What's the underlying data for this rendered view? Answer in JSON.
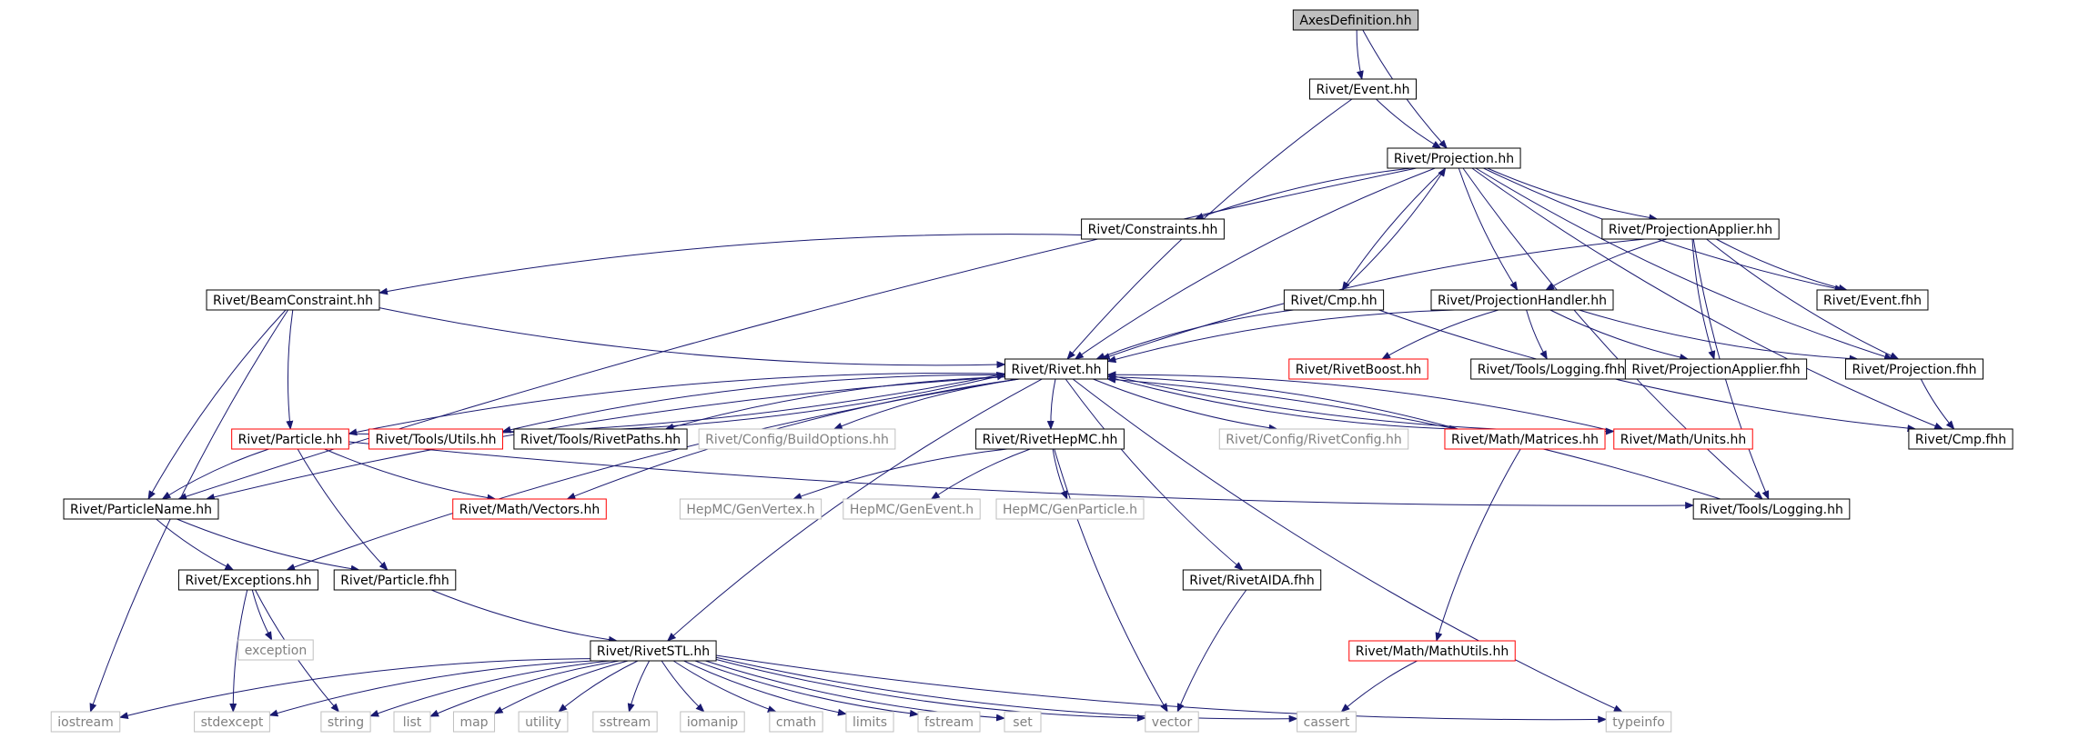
{
  "colors": {
    "edge": "#191970",
    "normal_border": "#000000",
    "normal_text": "#000000",
    "root_fill": "#bfbfbf",
    "undoc_border": "#ff0000",
    "undoc_text": "#ff0000",
    "external_border": "#bfbfbf",
    "external_text": "#808080"
  },
  "nodes": [
    {
      "id": "axes",
      "label": "AxesDefinition.hh",
      "style": "root"
    },
    {
      "id": "event_hh",
      "label": "Rivet/Event.hh",
      "style": "normal"
    },
    {
      "id": "projection_hh",
      "label": "Rivet/Projection.hh",
      "style": "normal"
    },
    {
      "id": "constraints_hh",
      "label": "Rivet/Constraints.hh",
      "style": "normal"
    },
    {
      "id": "projapplier_hh",
      "label": "Rivet/ProjectionApplier.hh",
      "style": "normal"
    },
    {
      "id": "beamconstraint_hh",
      "label": "Rivet/BeamConstraint.hh",
      "style": "normal"
    },
    {
      "id": "cmp_hh",
      "label": "Rivet/Cmp.hh",
      "style": "normal"
    },
    {
      "id": "projhandler_hh",
      "label": "Rivet/ProjectionHandler.hh",
      "style": "normal"
    },
    {
      "id": "event_fhh",
      "label": "Rivet/Event.fhh",
      "style": "normal"
    },
    {
      "id": "rivet_hh",
      "label": "Rivet/Rivet.hh",
      "style": "normal"
    },
    {
      "id": "rivetboost_hh",
      "label": "Rivet/RivetBoost.hh",
      "style": "undoc"
    },
    {
      "id": "toolslogging_fhh",
      "label": "Rivet/Tools/Logging.fhh",
      "style": "normal"
    },
    {
      "id": "projapplier_fhh",
      "label": "Rivet/ProjectionApplier.fhh",
      "style": "normal"
    },
    {
      "id": "projection_fhh",
      "label": "Rivet/Projection.fhh",
      "style": "normal"
    },
    {
      "id": "particle_hh",
      "label": "Rivet/Particle.hh",
      "style": "undoc"
    },
    {
      "id": "toolsutils_hh",
      "label": "Rivet/Tools/Utils.hh",
      "style": "undoc"
    },
    {
      "id": "rivetpaths_hh",
      "label": "Rivet/Tools/RivetPaths.hh",
      "style": "normal"
    },
    {
      "id": "buildoptions_hh",
      "label": "Rivet/Config/BuildOptions.hh",
      "style": "external"
    },
    {
      "id": "rivethepmc_hh",
      "label": "Rivet/RivetHepMC.hh",
      "style": "normal"
    },
    {
      "id": "rivetconfig_hh",
      "label": "Rivet/Config/RivetConfig.hh",
      "style": "external"
    },
    {
      "id": "matrices_hh",
      "label": "Rivet/Math/Matrices.hh",
      "style": "undoc"
    },
    {
      "id": "units_hh",
      "label": "Rivet/Math/Units.hh",
      "style": "undoc"
    },
    {
      "id": "cmp_fhh",
      "label": "Rivet/Cmp.fhh",
      "style": "normal"
    },
    {
      "id": "particlename_hh",
      "label": "Rivet/ParticleName.hh",
      "style": "normal"
    },
    {
      "id": "vectors_hh",
      "label": "Rivet/Math/Vectors.hh",
      "style": "undoc"
    },
    {
      "id": "genvertex_h",
      "label": "HepMC/GenVertex.h",
      "style": "external"
    },
    {
      "id": "genevent_h",
      "label": "HepMC/GenEvent.h",
      "style": "external"
    },
    {
      "id": "genparticle_h",
      "label": "HepMC/GenParticle.h",
      "style": "external"
    },
    {
      "id": "toolslogging_hh",
      "label": "Rivet/Tools/Logging.hh",
      "style": "normal"
    },
    {
      "id": "exceptions_hh",
      "label": "Rivet/Exceptions.hh",
      "style": "normal"
    },
    {
      "id": "particle_fhh",
      "label": "Rivet/Particle.fhh",
      "style": "normal"
    },
    {
      "id": "rivetaida_fhh",
      "label": "Rivet/RivetAIDA.fhh",
      "style": "normal"
    },
    {
      "id": "exception",
      "label": "exception",
      "style": "external"
    },
    {
      "id": "rivetstl_hh",
      "label": "Rivet/RivetSTL.hh",
      "style": "normal"
    },
    {
      "id": "mathutils_hh",
      "label": "Rivet/Math/MathUtils.hh",
      "style": "undoc"
    },
    {
      "id": "iostream",
      "label": "iostream",
      "style": "external"
    },
    {
      "id": "stdexcept",
      "label": "stdexcept",
      "style": "external"
    },
    {
      "id": "string",
      "label": "string",
      "style": "external"
    },
    {
      "id": "list",
      "label": "list",
      "style": "external"
    },
    {
      "id": "map",
      "label": "map",
      "style": "external"
    },
    {
      "id": "utility",
      "label": "utility",
      "style": "external"
    },
    {
      "id": "sstream",
      "label": "sstream",
      "style": "external"
    },
    {
      "id": "iomanip",
      "label": "iomanip",
      "style": "external"
    },
    {
      "id": "cmath",
      "label": "cmath",
      "style": "external"
    },
    {
      "id": "limits",
      "label": "limits",
      "style": "external"
    },
    {
      "id": "fstream",
      "label": "fstream",
      "style": "external"
    },
    {
      "id": "set",
      "label": "set",
      "style": "external"
    },
    {
      "id": "vector",
      "label": "vector",
      "style": "external"
    },
    {
      "id": "cassert",
      "label": "cassert",
      "style": "external"
    },
    {
      "id": "typeinfo",
      "label": "typeinfo",
      "style": "external"
    }
  ],
  "edges": [
    [
      "axes",
      "event_hh"
    ],
    [
      "axes",
      "projection_hh"
    ],
    [
      "event_hh",
      "projection_hh"
    ],
    [
      "event_hh",
      "rivet_hh"
    ],
    [
      "projection_hh",
      "particlename_hh"
    ],
    [
      "projection_hh",
      "constraints_hh"
    ],
    [
      "projection_hh",
      "projapplier_hh"
    ],
    [
      "projection_hh",
      "cmp_hh"
    ],
    [
      "projection_hh",
      "projhandler_hh"
    ],
    [
      "projection_hh",
      "rivet_hh"
    ],
    [
      "projection_hh",
      "event_fhh"
    ],
    [
      "projection_hh",
      "projection_fhh"
    ],
    [
      "projection_hh",
      "cmp_fhh"
    ],
    [
      "projection_hh",
      "toolslogging_hh"
    ],
    [
      "constraints_hh",
      "beamconstraint_hh"
    ],
    [
      "beamconstraint_hh",
      "iostream"
    ],
    [
      "beamconstraint_hh",
      "particlename_hh"
    ],
    [
      "beamconstraint_hh",
      "particle_hh"
    ],
    [
      "beamconstraint_hh",
      "rivet_hh"
    ],
    [
      "projapplier_hh",
      "rivet_hh"
    ],
    [
      "projapplier_hh",
      "projhandler_hh"
    ],
    [
      "projapplier_hh",
      "event_fhh"
    ],
    [
      "projapplier_hh",
      "projapplier_fhh"
    ],
    [
      "projapplier_hh",
      "projection_fhh"
    ],
    [
      "projapplier_hh",
      "toolslogging_hh"
    ],
    [
      "cmp_hh",
      "projection_hh"
    ],
    [
      "cmp_hh",
      "rivet_hh"
    ],
    [
      "cmp_hh",
      "cmp_fhh"
    ],
    [
      "projhandler_hh",
      "rivet_hh"
    ],
    [
      "projhandler_hh",
      "rivetboost_hh"
    ],
    [
      "projhandler_hh",
      "toolslogging_fhh"
    ],
    [
      "projhandler_hh",
      "projapplier_fhh"
    ],
    [
      "projhandler_hh",
      "projection_fhh"
    ],
    [
      "projection_fhh",
      "cmp_fhh"
    ],
    [
      "rivet_hh",
      "particlename_hh"
    ],
    [
      "rivet_hh",
      "particle_hh"
    ],
    [
      "rivet_hh",
      "toolsutils_hh"
    ],
    [
      "rivet_hh",
      "rivetpaths_hh"
    ],
    [
      "rivet_hh",
      "buildoptions_hh"
    ],
    [
      "rivet_hh",
      "rivethepmc_hh"
    ],
    [
      "rivet_hh",
      "rivetconfig_hh"
    ],
    [
      "rivet_hh",
      "matrices_hh"
    ],
    [
      "rivet_hh",
      "units_hh"
    ],
    [
      "rivet_hh",
      "vectors_hh"
    ],
    [
      "rivet_hh",
      "exceptions_hh"
    ],
    [
      "rivet_hh",
      "rivetstl_hh"
    ],
    [
      "rivet_hh",
      "rivetaida_fhh"
    ],
    [
      "rivet_hh",
      "typeinfo"
    ],
    [
      "particle_hh",
      "rivet_hh"
    ],
    [
      "particle_hh",
      "particlename_hh"
    ],
    [
      "particle_hh",
      "vectors_hh"
    ],
    [
      "particle_hh",
      "particle_fhh"
    ],
    [
      "particle_hh",
      "toolslogging_hh"
    ],
    [
      "toolsutils_hh",
      "rivet_hh"
    ],
    [
      "rivethepmc_hh",
      "genvertex_h"
    ],
    [
      "rivethepmc_hh",
      "genevent_h"
    ],
    [
      "rivethepmc_hh",
      "genparticle_h"
    ],
    [
      "rivethepmc_hh",
      "vector"
    ],
    [
      "matrices_hh",
      "rivet_hh"
    ],
    [
      "matrices_hh",
      "mathutils_hh"
    ],
    [
      "units_hh",
      "rivet_hh"
    ],
    [
      "toolslogging_hh",
      "rivet_hh"
    ],
    [
      "particlename_hh",
      "exceptions_hh"
    ],
    [
      "particlename_hh",
      "particle_fhh"
    ],
    [
      "exceptions_hh",
      "exception"
    ],
    [
      "exceptions_hh",
      "stdexcept"
    ],
    [
      "exceptions_hh",
      "string"
    ],
    [
      "particle_fhh",
      "rivetstl_hh"
    ],
    [
      "rivetaida_fhh",
      "vector"
    ],
    [
      "mathutils_hh",
      "cassert"
    ],
    [
      "rivetstl_hh",
      "iostream"
    ],
    [
      "rivetstl_hh",
      "stdexcept"
    ],
    [
      "rivetstl_hh",
      "string"
    ],
    [
      "rivetstl_hh",
      "list"
    ],
    [
      "rivetstl_hh",
      "map"
    ],
    [
      "rivetstl_hh",
      "utility"
    ],
    [
      "rivetstl_hh",
      "sstream"
    ],
    [
      "rivetstl_hh",
      "iomanip"
    ],
    [
      "rivetstl_hh",
      "cmath"
    ],
    [
      "rivetstl_hh",
      "limits"
    ],
    [
      "rivetstl_hh",
      "fstream"
    ],
    [
      "rivetstl_hh",
      "set"
    ],
    [
      "rivetstl_hh",
      "vector"
    ],
    [
      "rivetstl_hh",
      "cassert"
    ],
    [
      "rivetstl_hh",
      "typeinfo"
    ]
  ]
}
